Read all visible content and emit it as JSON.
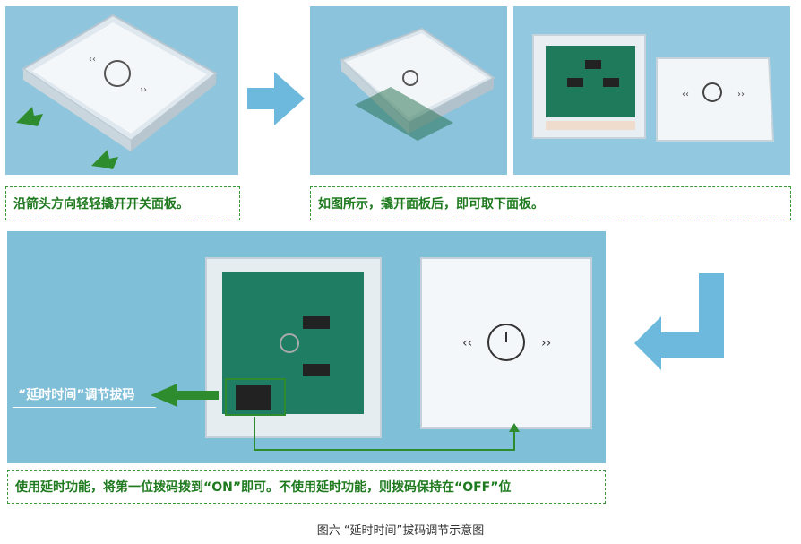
{
  "captions": {
    "step1": "沿箭头方向轻轻撬开开关面板。",
    "step2": "如图所示，撬开面板后，即可取下面板。",
    "step3": "使用延时功能，将第一位拨码拨到“ON”即可。不使用延时功能，则拨码保持在“OFF”位"
  },
  "photo_label": "“延时时间”调节拔码",
  "figure_caption": "图六 “延时时间”拔码调节示意图",
  "colors": {
    "photo_bg": "#8fc6de",
    "caption_green": "#1f7a1f",
    "arrow_blue": "#6cb9dd",
    "arrow_green": "#2e8b2e"
  }
}
